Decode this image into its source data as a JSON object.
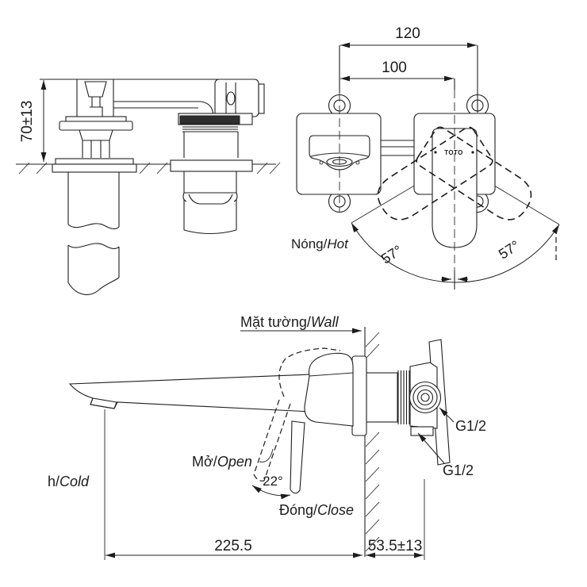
{
  "drawing": {
    "brand": "TOTO",
    "labels": {
      "wall_vi": "Mặt tường/",
      "wall_en": "Wall",
      "hot_vi": "Nóng/",
      "hot_en": "Hot",
      "cold_vi": "h/",
      "cold_en": "Cold",
      "open_vi": "Mở/",
      "open_en": "Open",
      "close_vi": "Đóng/",
      "close_en": "Close"
    },
    "dimensions": {
      "overall_width": "120",
      "hole_spacing": "100",
      "height_offset": "70±13",
      "swing_left": "57°",
      "swing_right": "57°",
      "open_angle": "22°",
      "spout_reach": "225.5",
      "wall_depth": "53.5±13",
      "thread_top": "G1/2",
      "thread_bottom": "G1/2"
    }
  }
}
